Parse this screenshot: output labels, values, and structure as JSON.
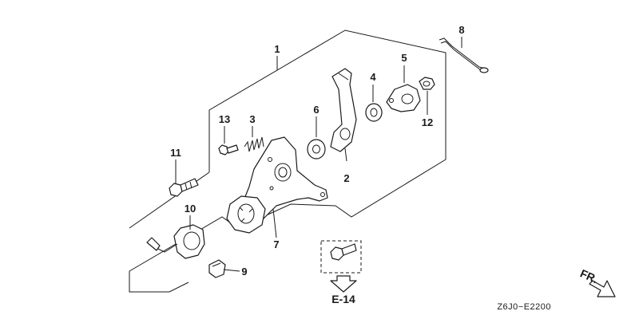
{
  "callouts": [
    "1",
    "2",
    "3",
    "4",
    "5",
    "6",
    "7",
    "8",
    "9",
    "10",
    "11",
    "12",
    "13"
  ],
  "section_ref": "E-14",
  "direction_label": "FR.",
  "diagram_code": "Z6J0−E2200"
}
